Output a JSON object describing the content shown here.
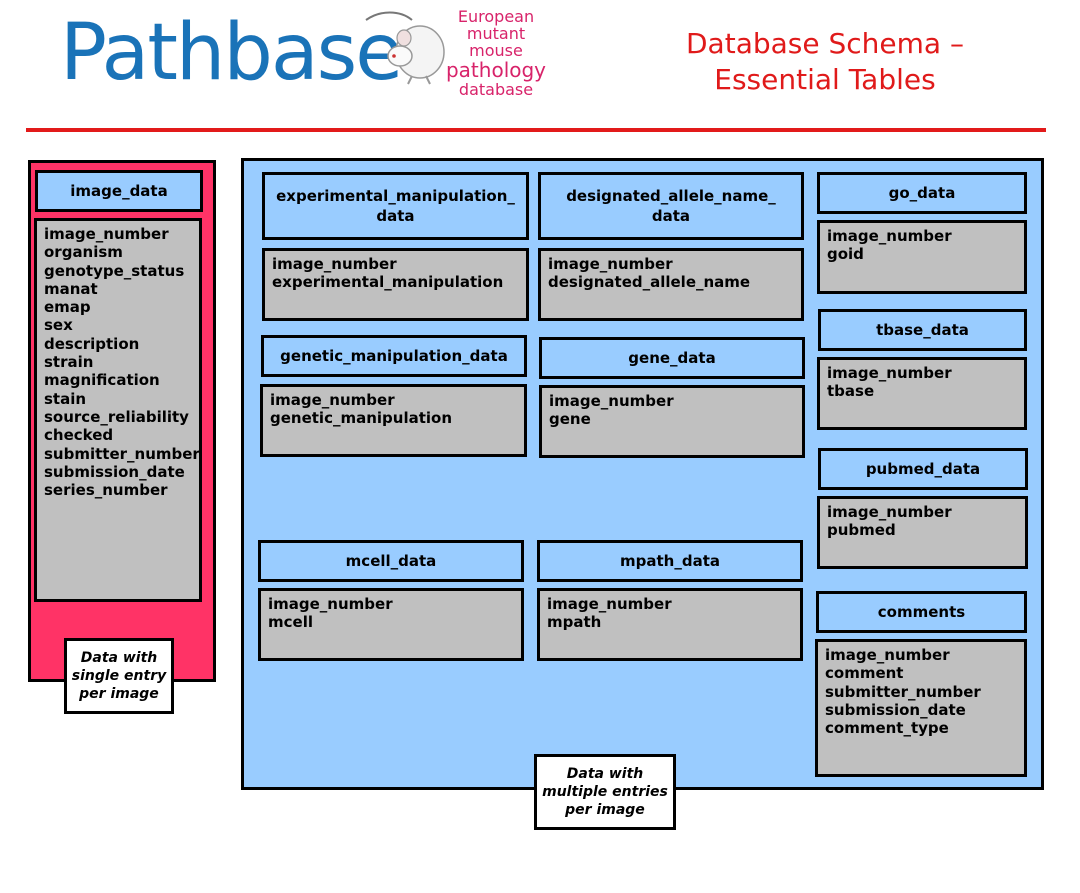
{
  "header": {
    "logo_text": "Pathbase",
    "tagline_lines": [
      "European",
      "mutant",
      "mouse",
      "pathology",
      "database"
    ],
    "title_lines": [
      "Database Schema –",
      "Essential Tables"
    ],
    "colors": {
      "logo": "#1a73b8",
      "tagline": "#d8236a",
      "title": "#e01a1a",
      "divider": "#e21a1a"
    }
  },
  "single_entry": {
    "note": [
      "Data with",
      "single entry",
      "per image"
    ],
    "table": {
      "name": "image_data",
      "fields": [
        "image_number",
        "organism",
        "genotype_status",
        "manat",
        "emap",
        "sex",
        "description",
        "strain",
        "magnification",
        "stain",
        "source_reliability",
        "checked",
        "submitter_number",
        "submission_date",
        "series_number"
      ]
    }
  },
  "multiple_entries": {
    "note": [
      "Data with",
      "multiple entries",
      "per image"
    ],
    "tables": [
      {
        "name_lines": [
          "experimental_manipulation_",
          "data"
        ],
        "fields": [
          "image_number",
          "experimental_manipulation"
        ]
      },
      {
        "name_lines": [
          "designated_allele_name_",
          "data"
        ],
        "fields": [
          "image_number",
          "designated_allele_name"
        ]
      },
      {
        "name_lines": [
          "go_data"
        ],
        "fields": [
          "image_number",
          "goid"
        ]
      },
      {
        "name_lines": [
          "genetic_manipulation_data"
        ],
        "fields": [
          "image_number",
          "genetic_manipulation"
        ]
      },
      {
        "name_lines": [
          "gene_data"
        ],
        "fields": [
          "image_number",
          "gene"
        ]
      },
      {
        "name_lines": [
          "tbase_data"
        ],
        "fields": [
          "image_number",
          "tbase"
        ]
      },
      {
        "name_lines": [
          "pubmed_data"
        ],
        "fields": [
          "image_number",
          "pubmed"
        ]
      },
      {
        "name_lines": [
          "mcell_data"
        ],
        "fields": [
          "image_number",
          "mcell"
        ]
      },
      {
        "name_lines": [
          "mpath_data"
        ],
        "fields": [
          "image_number",
          "mpath"
        ]
      },
      {
        "name_lines": [
          "comments"
        ],
        "fields": [
          "image_number",
          "comment",
          "submitter_number",
          "submission_date",
          "comment_type"
        ]
      }
    ]
  },
  "colors": {
    "single_panel": "#ff3366",
    "multi_panel": "#99ccff",
    "table_header": "#99ccff",
    "table_body": "#c0c0c0"
  }
}
